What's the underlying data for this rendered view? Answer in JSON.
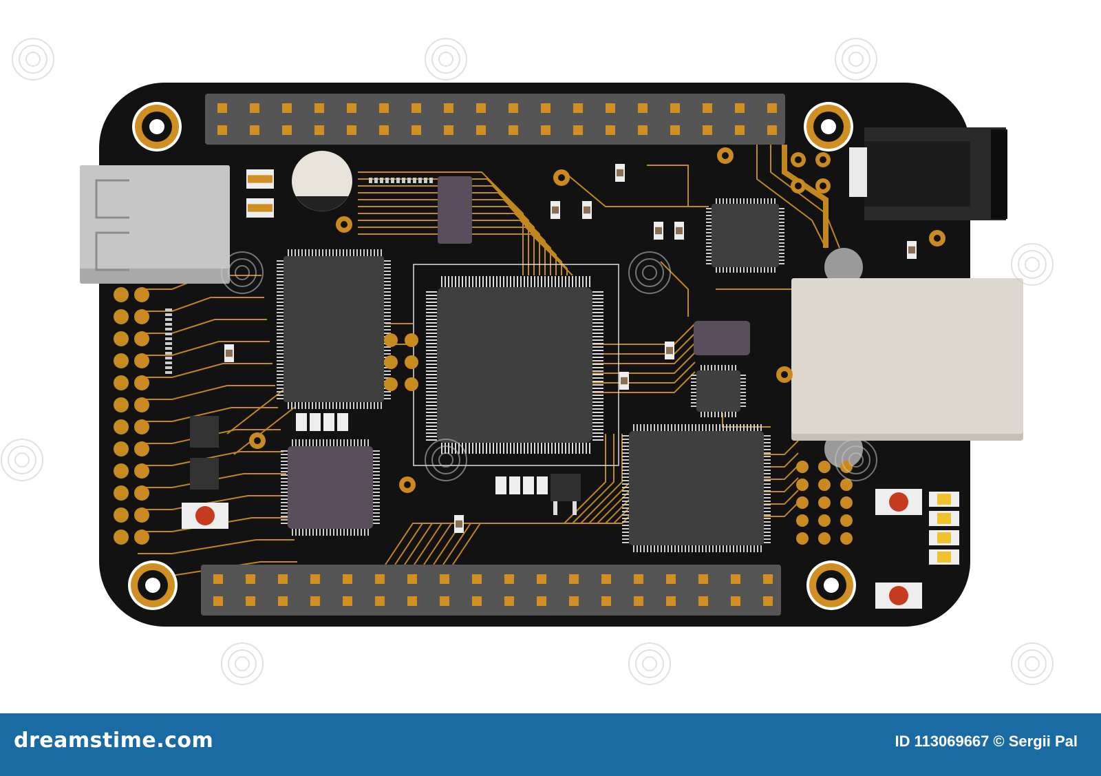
{
  "image": {
    "subject": "Dark PCB development board with headers, chips, USB and Ethernet connectors",
    "colors": {
      "board": "#121212",
      "copper": "#d08f22",
      "trace": "#c2871f",
      "pin_header": "#555555",
      "chip": "#3f3f3f",
      "purple_chip": "#5a4e5c",
      "silkscreen": "#eeeeee",
      "usb_metal": "#b8b8b8",
      "ethernet": "#dcd8cf",
      "red_button": "#c63a1f"
    }
  },
  "watermark": {
    "brand": "dreamstime.com",
    "id_label": "ID",
    "id_number": "113069667",
    "copyright": "© Sergii Pal",
    "color": "#1a6aa3"
  }
}
